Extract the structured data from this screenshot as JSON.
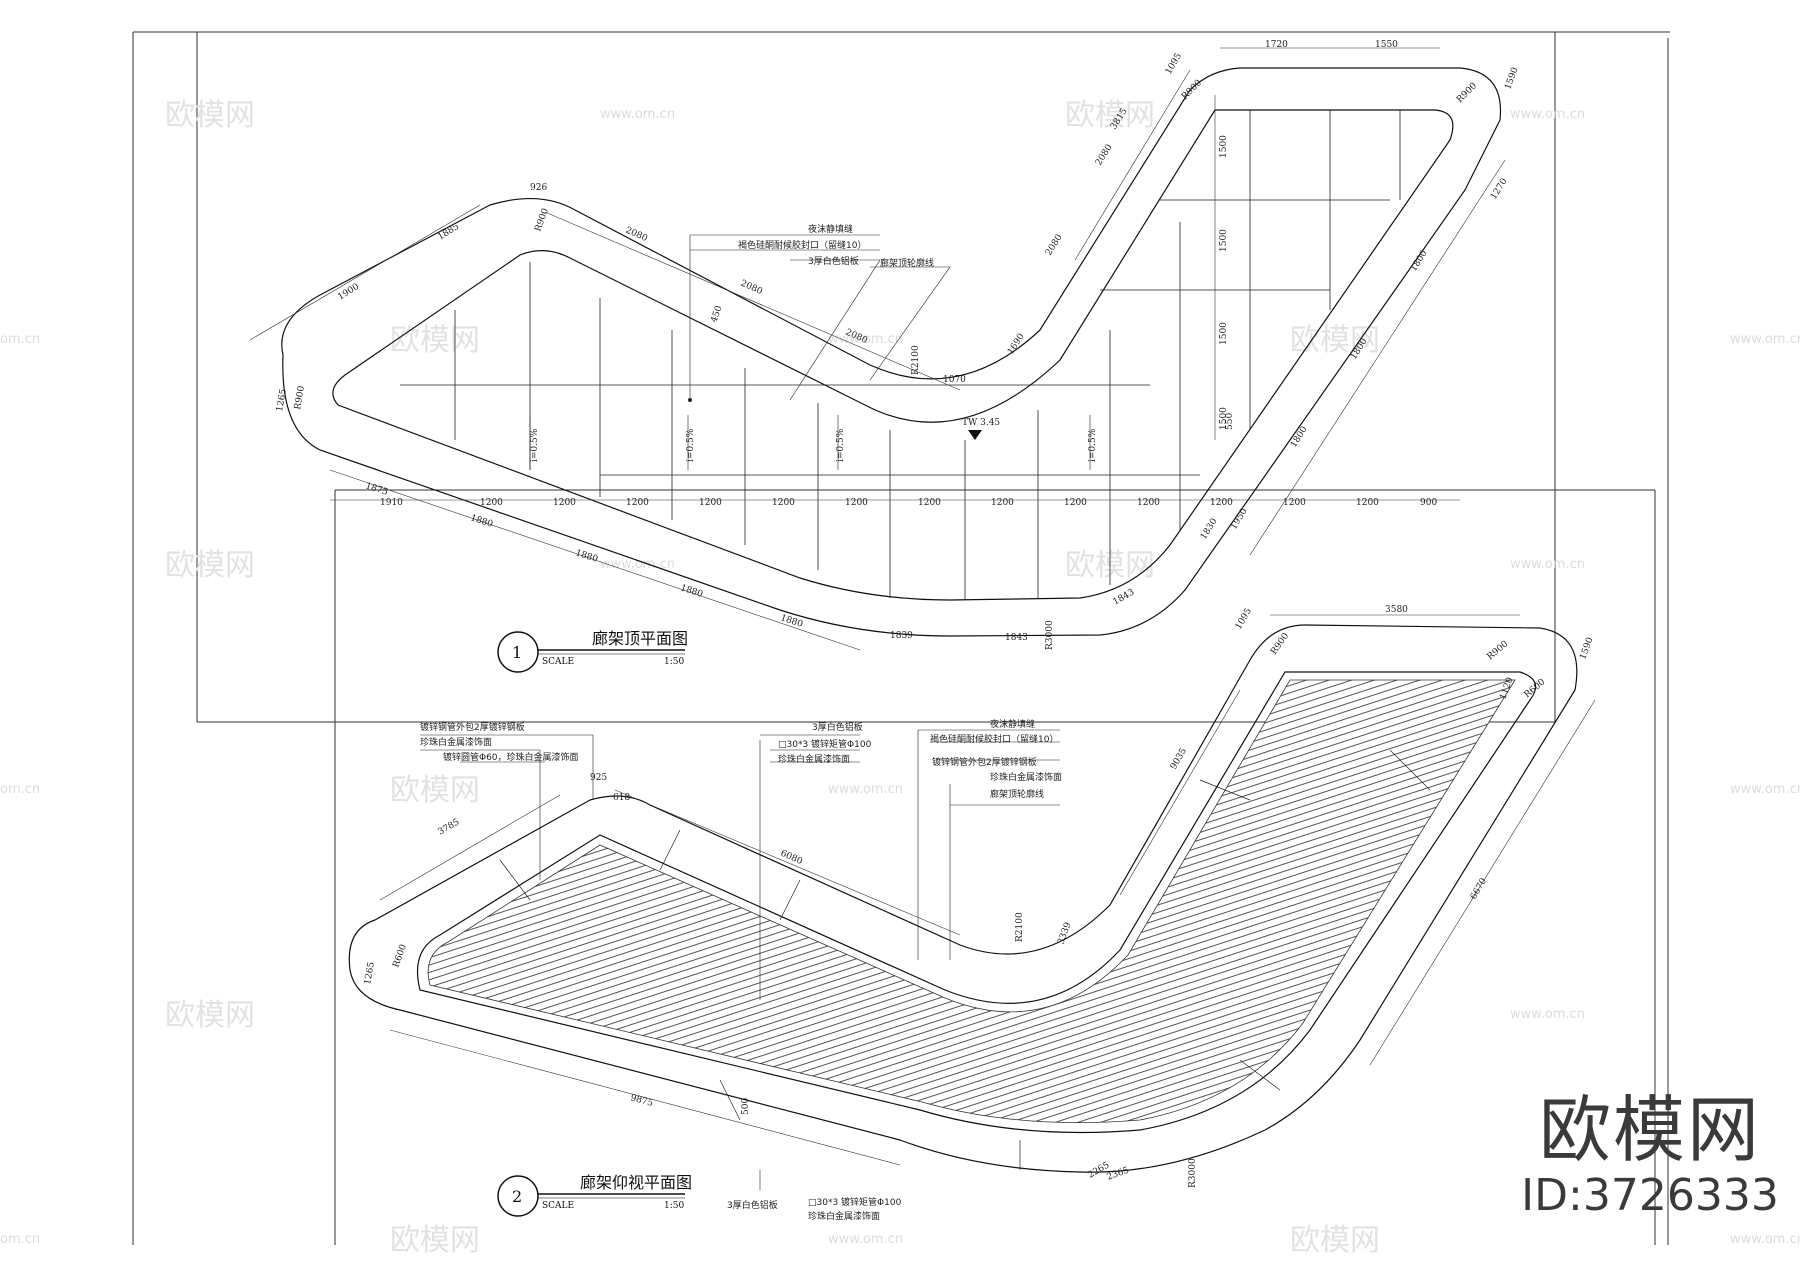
{
  "plan1": {
    "number": "1",
    "title": "廊架顶平面图",
    "scale_label": "SCALE",
    "scale": "1:50",
    "notes": [
      "夜沫静填缝",
      "褐色硅酮耐候胶封口（留缝10）",
      "3厚白色铝板",
      "廊架顶轮廓线"
    ],
    "elevation": "TW 3.45",
    "slopes": [
      "i=0.5%",
      "i=0.5%",
      "i=0.5%",
      "i=0.5%"
    ],
    "bottom_dims": [
      "1910",
      "1200",
      "1200",
      "1200",
      "1200",
      "1200",
      "1200",
      "1200",
      "1200",
      "1200",
      "1200",
      "1200",
      "1200",
      "1200",
      "900"
    ],
    "top_dims": [
      "1720",
      "1550"
    ],
    "side_dims": [
      "1500",
      "1500",
      "1500",
      "1500"
    ],
    "edge_dims": [
      "1885",
      "1900",
      "2080",
      "2080",
      "2080",
      "2080",
      "2080",
      "1690",
      "3815",
      "1270",
      "1800",
      "1800",
      "1800",
      "1875",
      "1880",
      "1880",
      "1880",
      "1880",
      "1839",
      "1843",
      "1843",
      "1830",
      "1950"
    ],
    "radius_dims": [
      "R900",
      "R900",
      "R900",
      "R900",
      "R2100",
      "R3000"
    ],
    "small_dims": [
      "926",
      "1095",
      "1590",
      "1265",
      "1070",
      "550",
      "450"
    ]
  },
  "plan2": {
    "number": "2",
    "title": "廊架仰视平面图",
    "scale_label": "SCALE",
    "scale": "1:50",
    "notes_left": [
      "镀锌钢管外包2厚镀锌钢板",
      "珍珠白金属漆饰面",
      "镀锌圆管Φ60，珍珠白金属漆饰面"
    ],
    "notes_mid": [
      "3厚白色铝板",
      "□30*3 镀锌矩管Φ100",
      "珍珠白金属漆饰面"
    ],
    "notes_right": [
      "夜沫静填缝",
      "褐色硅酮耐候胶封口（留缝10）",
      "镀锌钢管外包2厚镀锌钢板",
      "珍珠白金属漆饰面",
      "廊架顶轮廓线"
    ],
    "notes_bottom": [
      "3厚白色铝板",
      "□30*3 镀锌矩管Φ100",
      "珍珠白金属漆饰面"
    ],
    "dims": [
      "3580",
      "3785",
      "6080",
      "9035",
      "6670",
      "9875",
      "2365",
      "R600",
      "R600",
      "R900",
      "R900",
      "R2100",
      "R3000",
      "925",
      "1095",
      "1590",
      "1265",
      "1120",
      "3339",
      "2265",
      "618",
      "500"
    ]
  },
  "watermarks": {
    "logo": "欧模网",
    "url": "www.om.cn",
    "url_short": "om.cn"
  },
  "brand": {
    "name": "欧模网",
    "id": "ID:3726333"
  }
}
